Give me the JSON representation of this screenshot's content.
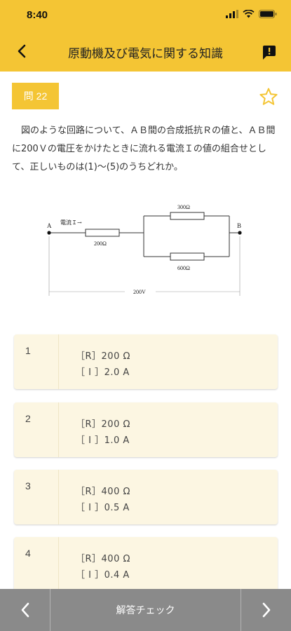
{
  "status_bar": {
    "time": "8:40"
  },
  "header": {
    "title": "原動機及び電気に関する知識",
    "back_icon": "chevron-left-icon",
    "action_icon": "comment-alert-icon"
  },
  "question": {
    "number_label": "問 22",
    "text": "図のような回路について、ＡＢ間の合成抵抗Ｒの値と、ＡＢ間に200Ｖの電圧をかけたときに流れる電流Ｉの値の組合せとして、正しいものは(1)〜(5)のうちどれか。",
    "favorite_icon": "star-outline-icon"
  },
  "diagram": {
    "label_a": "A",
    "label_b": "B",
    "current_label": "電流Ｉ→",
    "r1": "200Ω",
    "r2": "300Ω",
    "r3": "600Ω",
    "voltage": "200V"
  },
  "choices": [
    {
      "number": "1",
      "r": "［R］200 Ω",
      "i": "［ I ］2.0 A"
    },
    {
      "number": "2",
      "r": "［R］200 Ω",
      "i": "［ I ］1.0 A"
    },
    {
      "number": "3",
      "r": "［R］400 Ω",
      "i": "［ I ］0.5 A"
    },
    {
      "number": "4",
      "r": "［R］400 Ω",
      "i": "［ I ］0.4 A"
    }
  ],
  "footer": {
    "check_label": "解答チェック",
    "prev_icon": "chevron-left-icon",
    "next_icon": "chevron-right-icon"
  },
  "colors": {
    "accent": "#f4c534",
    "choice_bg": "#fcf6e2",
    "footer_bg": "#8a8a8a"
  }
}
